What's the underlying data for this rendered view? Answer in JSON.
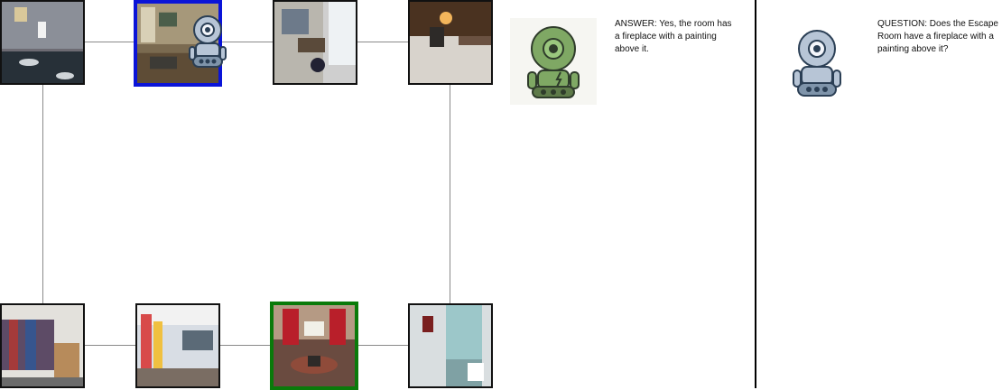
{
  "map": {
    "rooms": [
      {
        "id": "bathroom",
        "icon": "bathroom-photo",
        "state": "visited"
      },
      {
        "id": "living-room",
        "icon": "living-room-photo",
        "state": "current"
      },
      {
        "id": "study",
        "icon": "study-photo",
        "state": "visited"
      },
      {
        "id": "bedroom",
        "icon": "bedroom-photo",
        "state": "visited"
      },
      {
        "id": "closet",
        "icon": "closet-photo",
        "state": "visited"
      },
      {
        "id": "classroom",
        "icon": "classroom-photo",
        "state": "visited"
      },
      {
        "id": "escape-room",
        "icon": "escape-room-photo",
        "state": "goal"
      },
      {
        "id": "shower",
        "icon": "shower-photo",
        "state": "visited"
      }
    ],
    "colors": {
      "current": "#0a14d8",
      "goal": "#0a7a0a",
      "edge": "#8a8a8a"
    }
  },
  "answer": {
    "text": "ANSWER: Yes, the room has a fireplace with a painting above it."
  },
  "question": {
    "text": "QUESTION: Does the Escape Room have a fireplace with a painting above it?"
  },
  "icons": {
    "answer_robot": "green-robot-icon",
    "question_robot": "blue-robot-icon",
    "agent_marker": "blue-robot-icon"
  }
}
